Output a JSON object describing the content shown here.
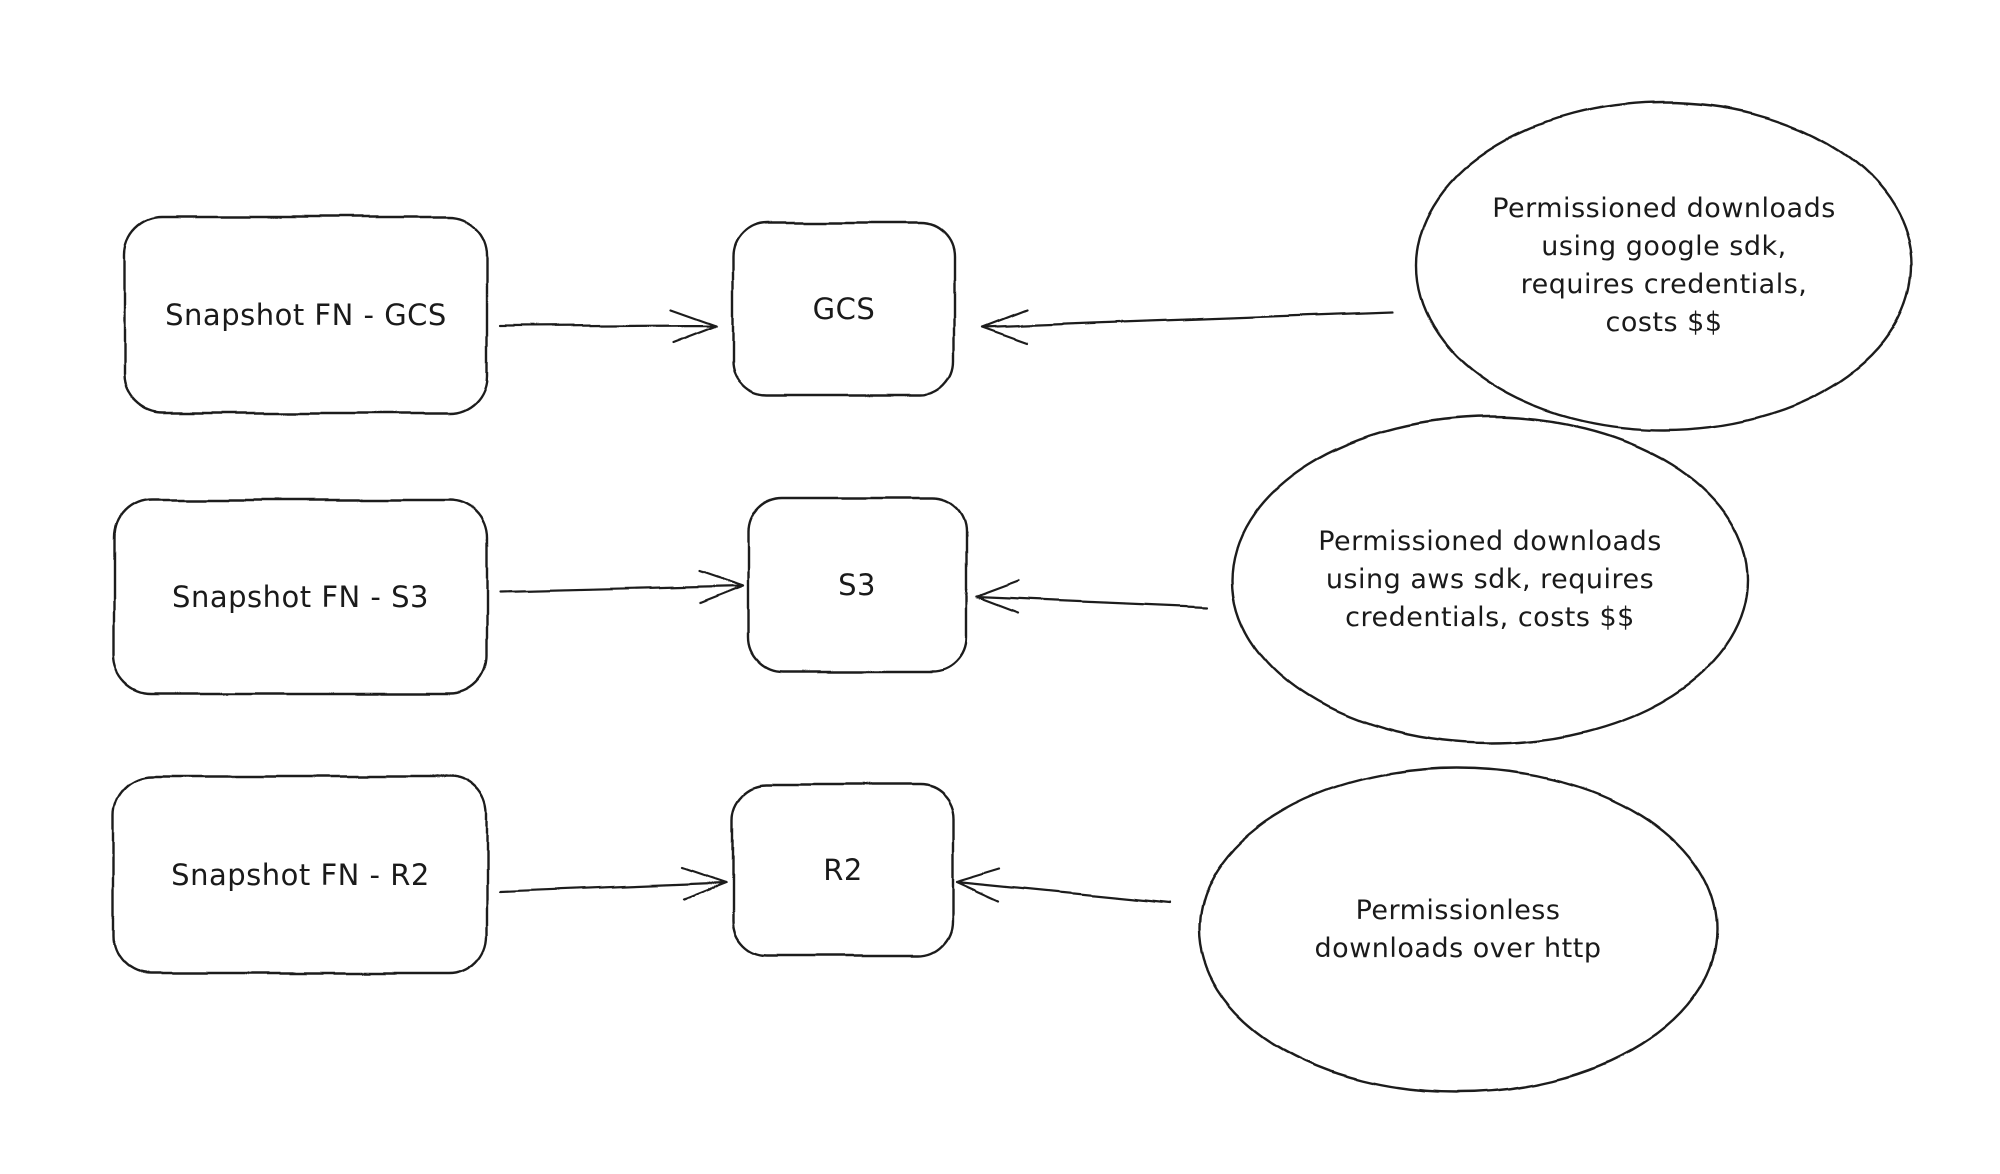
{
  "diagram": {
    "background": "#ffffff",
    "stroke_color": "#1e1e1e",
    "text_color": "#1a1a1a",
    "rows": [
      {
        "source_label": "Snapshot FN - GCS",
        "target_label": "GCS",
        "note_label": "Permissioned downloads\nusing google sdk,\nrequires credentials,\ncosts $$"
      },
      {
        "source_label": "Snapshot FN - S3",
        "target_label": "S3",
        "note_label": "Permissioned downloads\nusing aws sdk, requires\ncredentials, costs $$"
      },
      {
        "source_label": "Snapshot FN - R2",
        "target_label": "R2",
        "note_label": "Permissionless\ndownloads over http"
      }
    ]
  }
}
